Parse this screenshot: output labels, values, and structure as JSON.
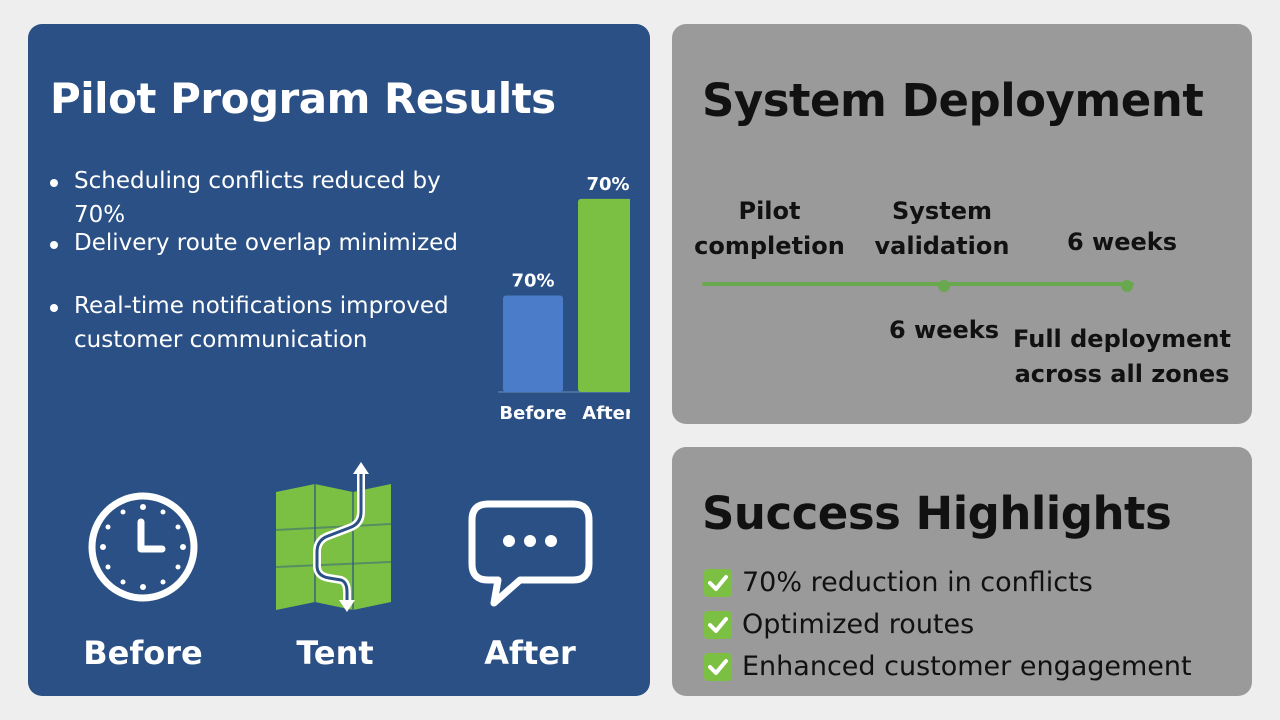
{
  "pilot": {
    "title": "Pilot Program Results",
    "bullets": [
      "Scheduling conflicts reduced by 70%",
      "Delivery route overlap minimized",
      "Real-time notifications improved customer communication"
    ],
    "icons": [
      {
        "icon": "clock-icon",
        "label": "Before"
      },
      {
        "icon": "map-route-icon",
        "label": "Tent"
      },
      {
        "icon": "chat-bubble-icon",
        "label": "After"
      }
    ]
  },
  "chart_data": {
    "type": "bar",
    "categories": [
      "Before",
      "After"
    ],
    "values": [
      70,
      140
    ],
    "data_labels": [
      "70%",
      "70%"
    ],
    "colors": [
      "#4a7cc9",
      "#7bc043"
    ],
    "title": "",
    "xlabel": "",
    "ylabel": "",
    "ylim": [
      0,
      145
    ],
    "grid": false
  },
  "deploy": {
    "title": "System Deployment",
    "top_labels": [
      "Pilot completion",
      "System validation",
      "6 weeks"
    ],
    "bottom_labels": [
      "6 weeks",
      "Full deployment across all zones"
    ],
    "line_color": "#6aa84f"
  },
  "success": {
    "title": "Success Highlights",
    "items": [
      "70% reduction in conflicts",
      "Optimized routes",
      "Enhanced customer engagement"
    ],
    "check_color": "#7bc043"
  }
}
